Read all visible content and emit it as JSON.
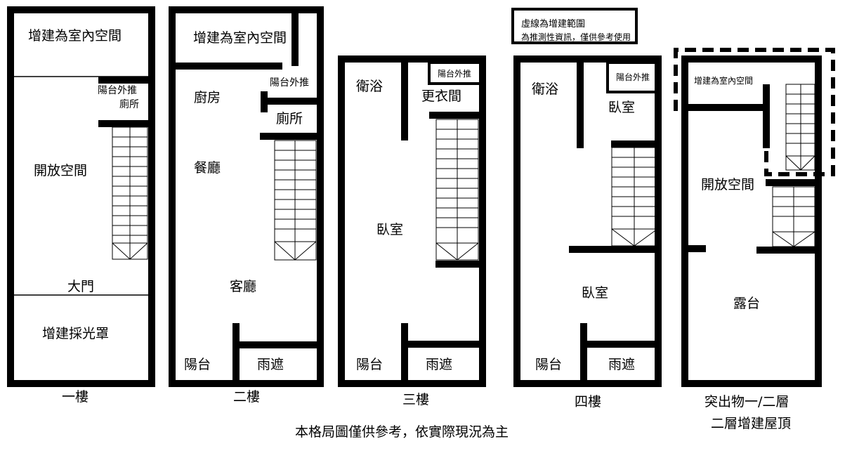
{
  "legend": {
    "line1": "虛線為增建範圍",
    "line2": "為推測性資訊，僅供參考使用"
  },
  "floor1": {
    "caption": "一樓",
    "room_top": "增建為室內空間",
    "balcony_push": "陽台外推",
    "toilet": "廁所",
    "open_space": "開放空間",
    "main_door": "大門",
    "skylight": "增建採光罩"
  },
  "floor2": {
    "caption": "二樓",
    "room_top": "增建為室內空間",
    "kitchen": "廚房",
    "balcony_push": "陽台外推",
    "toilet": "廁所",
    "dining": "餐廳",
    "living": "客廳",
    "balcony": "陽台",
    "canopy": "雨遮"
  },
  "floor3": {
    "caption": "三樓",
    "bath": "衛浴",
    "balcony_push": "陽台外推",
    "closet": "更衣間",
    "bedroom": "臥室",
    "balcony": "陽台",
    "canopy": "雨遮"
  },
  "floor4": {
    "caption": "四樓",
    "bath": "衛浴",
    "balcony_push": "陽台外推",
    "bedroom_top": "臥室",
    "bedroom": "臥室",
    "balcony": "陽台",
    "canopy": "雨遮"
  },
  "roof": {
    "caption_line1": "突出物一/二層",
    "caption_line2": "二層增建屋頂",
    "room_top": "增建為室內空間",
    "open_space": "開放空間",
    "terrace": "露台"
  },
  "footer": {
    "note": "本格局圖僅供參考，依實際現況為主"
  }
}
